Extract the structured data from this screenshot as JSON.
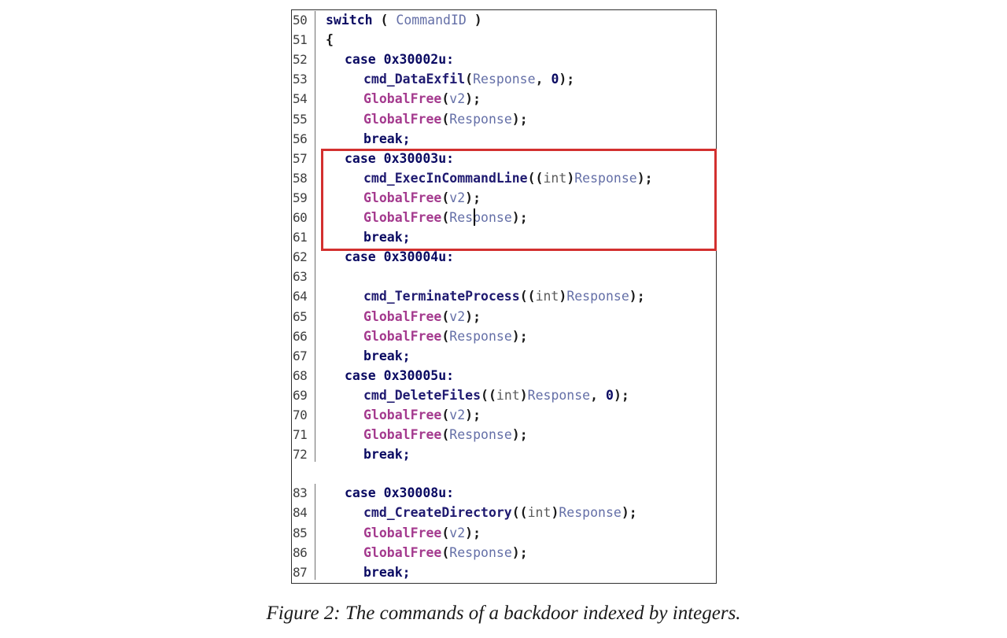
{
  "figure": {
    "caption": "Figure 2: The commands of a backdoor indexed by integers.",
    "code_lines": [
      {
        "no": "50",
        "indent": 0,
        "tokens": [
          {
            "t": "switch",
            "c": "kw"
          },
          {
            "t": " ( ",
            "c": "punc"
          },
          {
            "t": "CommandID",
            "c": "var"
          },
          {
            "t": " )",
            "c": "punc"
          }
        ]
      },
      {
        "no": "51",
        "indent": 0,
        "tokens": [
          {
            "t": "{",
            "c": "punc"
          }
        ]
      },
      {
        "no": "52",
        "indent": 1,
        "tokens": [
          {
            "t": "case 0x30002u:",
            "c": "kw"
          }
        ]
      },
      {
        "no": "53",
        "indent": 2,
        "tokens": [
          {
            "t": "cmd_DataExfil",
            "c": "fn"
          },
          {
            "t": "(",
            "c": "punc"
          },
          {
            "t": "Response",
            "c": "var"
          },
          {
            "t": ", ",
            "c": "punc"
          },
          {
            "t": "0",
            "c": "num"
          },
          {
            "t": ");",
            "c": "punc"
          }
        ]
      },
      {
        "no": "54",
        "indent": 2,
        "tokens": [
          {
            "t": "GlobalFree",
            "c": "api"
          },
          {
            "t": "(",
            "c": "punc"
          },
          {
            "t": "v2",
            "c": "var"
          },
          {
            "t": ");",
            "c": "punc"
          }
        ]
      },
      {
        "no": "55",
        "indent": 2,
        "tokens": [
          {
            "t": "GlobalFree",
            "c": "api"
          },
          {
            "t": "(",
            "c": "punc"
          },
          {
            "t": "Response",
            "c": "var"
          },
          {
            "t": ");",
            "c": "punc"
          }
        ]
      },
      {
        "no": "56",
        "indent": 2,
        "tokens": [
          {
            "t": "break;",
            "c": "kw"
          }
        ]
      },
      {
        "no": "57",
        "indent": 1,
        "tokens": [
          {
            "t": "case 0x30003u:",
            "c": "kw"
          }
        ]
      },
      {
        "no": "58",
        "indent": 2,
        "tokens": [
          {
            "t": "cmd_ExecInCommandLine",
            "c": "fn"
          },
          {
            "t": "((",
            "c": "punc"
          },
          {
            "t": "int",
            "c": "type"
          },
          {
            "t": ")",
            "c": "punc"
          },
          {
            "t": "Response",
            "c": "var"
          },
          {
            "t": ");",
            "c": "punc"
          }
        ]
      },
      {
        "no": "59",
        "indent": 2,
        "tokens": [
          {
            "t": "GlobalFree",
            "c": "api"
          },
          {
            "t": "(",
            "c": "punc"
          },
          {
            "t": "v2",
            "c": "var"
          },
          {
            "t": ");",
            "c": "punc"
          }
        ]
      },
      {
        "no": "60",
        "indent": 2,
        "tokens": [
          {
            "t": "GlobalFree",
            "c": "api"
          },
          {
            "t": "(",
            "c": "punc"
          },
          {
            "t": "Response",
            "c": "var"
          },
          {
            "t": ");",
            "c": "punc"
          }
        ]
      },
      {
        "no": "61",
        "indent": 2,
        "tokens": [
          {
            "t": "break;",
            "c": "kw"
          }
        ]
      },
      {
        "no": "62",
        "indent": 1,
        "tokens": [
          {
            "t": "case 0x30004u:",
            "c": "kw"
          }
        ]
      },
      {
        "no": "63",
        "indent": 0,
        "tokens": []
      },
      {
        "no": "64",
        "indent": 2,
        "tokens": [
          {
            "t": "cmd_TerminateProcess",
            "c": "fn"
          },
          {
            "t": "((",
            "c": "punc"
          },
          {
            "t": "int",
            "c": "type"
          },
          {
            "t": ")",
            "c": "punc"
          },
          {
            "t": "Response",
            "c": "var"
          },
          {
            "t": ");",
            "c": "punc"
          }
        ]
      },
      {
        "no": "65",
        "indent": 2,
        "tokens": [
          {
            "t": "GlobalFree",
            "c": "api"
          },
          {
            "t": "(",
            "c": "punc"
          },
          {
            "t": "v2",
            "c": "var"
          },
          {
            "t": ");",
            "c": "punc"
          }
        ]
      },
      {
        "no": "66",
        "indent": 2,
        "tokens": [
          {
            "t": "GlobalFree",
            "c": "api"
          },
          {
            "t": "(",
            "c": "punc"
          },
          {
            "t": "Response",
            "c": "var"
          },
          {
            "t": ");",
            "c": "punc"
          }
        ]
      },
      {
        "no": "67",
        "indent": 2,
        "tokens": [
          {
            "t": "break;",
            "c": "kw"
          }
        ]
      },
      {
        "no": "68",
        "indent": 1,
        "tokens": [
          {
            "t": "case 0x30005u:",
            "c": "kw"
          }
        ]
      },
      {
        "no": "69",
        "indent": 2,
        "tokens": [
          {
            "t": "cmd_DeleteFiles",
            "c": "fn"
          },
          {
            "t": "((",
            "c": "punc"
          },
          {
            "t": "int",
            "c": "type"
          },
          {
            "t": ")",
            "c": "punc"
          },
          {
            "t": "Response",
            "c": "var"
          },
          {
            "t": ", ",
            "c": "punc"
          },
          {
            "t": "0",
            "c": "num"
          },
          {
            "t": ");",
            "c": "punc"
          }
        ]
      },
      {
        "no": "70",
        "indent": 2,
        "tokens": [
          {
            "t": "GlobalFree",
            "c": "api"
          },
          {
            "t": "(",
            "c": "punc"
          },
          {
            "t": "v2",
            "c": "var"
          },
          {
            "t": ");",
            "c": "punc"
          }
        ]
      },
      {
        "no": "71",
        "indent": 2,
        "tokens": [
          {
            "t": "GlobalFree",
            "c": "api"
          },
          {
            "t": "(",
            "c": "punc"
          },
          {
            "t": "Response",
            "c": "var"
          },
          {
            "t": ");",
            "c": "punc"
          }
        ]
      },
      {
        "no": "72",
        "indent": 2,
        "tokens": [
          {
            "t": "break;",
            "c": "kw"
          }
        ]
      },
      {
        "no": "83",
        "indent": 1,
        "tokens": [
          {
            "t": "case 0x30008u:",
            "c": "kw"
          }
        ]
      },
      {
        "no": "84",
        "indent": 2,
        "tokens": [
          {
            "t": "cmd_CreateDirectory",
            "c": "fn"
          },
          {
            "t": "((",
            "c": "punc"
          },
          {
            "t": "int",
            "c": "type"
          },
          {
            "t": ")",
            "c": "punc"
          },
          {
            "t": "Response",
            "c": "var"
          },
          {
            "t": ");",
            "c": "punc"
          }
        ]
      },
      {
        "no": "85",
        "indent": 2,
        "tokens": [
          {
            "t": "GlobalFree",
            "c": "api"
          },
          {
            "t": "(",
            "c": "punc"
          },
          {
            "t": "v2",
            "c": "var"
          },
          {
            "t": ");",
            "c": "punc"
          }
        ]
      },
      {
        "no": "86",
        "indent": 2,
        "tokens": [
          {
            "t": "GlobalFree",
            "c": "api"
          },
          {
            "t": "(",
            "c": "punc"
          },
          {
            "t": "Response",
            "c": "var"
          },
          {
            "t": ");",
            "c": "punc"
          }
        ]
      },
      {
        "no": "87",
        "indent": 2,
        "tokens": [
          {
            "t": "break;",
            "c": "kw"
          }
        ]
      }
    ],
    "highlight": {
      "from_line": "57",
      "to_line": "61",
      "color": "#d3302f"
    },
    "colors": {
      "keyword": "#0a0a62",
      "function": "#1f1a70",
      "variable": "#646fa7",
      "api_call": "#a43a8e",
      "type": "#5b5b5b"
    }
  }
}
